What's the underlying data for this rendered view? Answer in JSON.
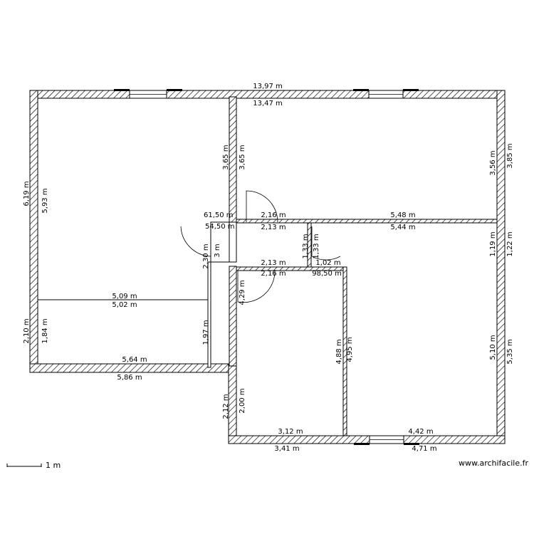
{
  "dimensions": {
    "top_outer": "13,97 m",
    "top_inner": "13,47 m",
    "left_outer_upper": "6,19 m",
    "left_inner_upper": "5,93 m",
    "left_outer_lower": "2,10 m",
    "left_inner_lower": "1,84 m",
    "room1_mid_outer": "5,09 m",
    "room1_mid_inner": "5,02 m",
    "room1_bottom_inner": "5,64 m",
    "room1_bottom_outer": "5,86 m",
    "corridor_wall_a": "3,65 m",
    "corridor_wall_b": "3,65 m",
    "right_upper_inner": "3,56 m",
    "right_upper_outer": "3,85 m",
    "wall_len_a": "61,50 m",
    "wall_len_b": "54,50 m",
    "hall_top_a": "2,16 m",
    "hall_top_b": "2,13 m",
    "room2_top_a": "5,48 m",
    "room2_top_b": "5,44 m",
    "hall_bottom_a": "2,13 m",
    "hall_bottom_b": "2,16 m",
    "closet_h_a": "1,33 m",
    "closet_h_b": "1,33 m",
    "closet_w": "1,02 m",
    "wall_len_c": "98,50 m",
    "right_mid_inner": "1,19 m",
    "right_mid_outer": "1,22 m",
    "door_v_a": "2,30 m",
    "door_v_b": "3 m",
    "corridor_lower": "4,29 m",
    "partition": "1,97 m",
    "room3_inner_h": "4,88 m",
    "room3_outer_h": "4,95 m",
    "room4_inner_h": "5,10 m",
    "room4_outer_h": "5,35 m",
    "step_outer": "2,12 m",
    "step_inner": "2,00 m",
    "room3_bottom_inner": "3,12 m",
    "room3_bottom_outer": "3,41 m",
    "room4_bottom_inner": "4,42 m",
    "room4_bottom_outer": "4,71 m"
  },
  "scale": {
    "label": "1 m"
  },
  "credit": "www.archifacile.fr"
}
